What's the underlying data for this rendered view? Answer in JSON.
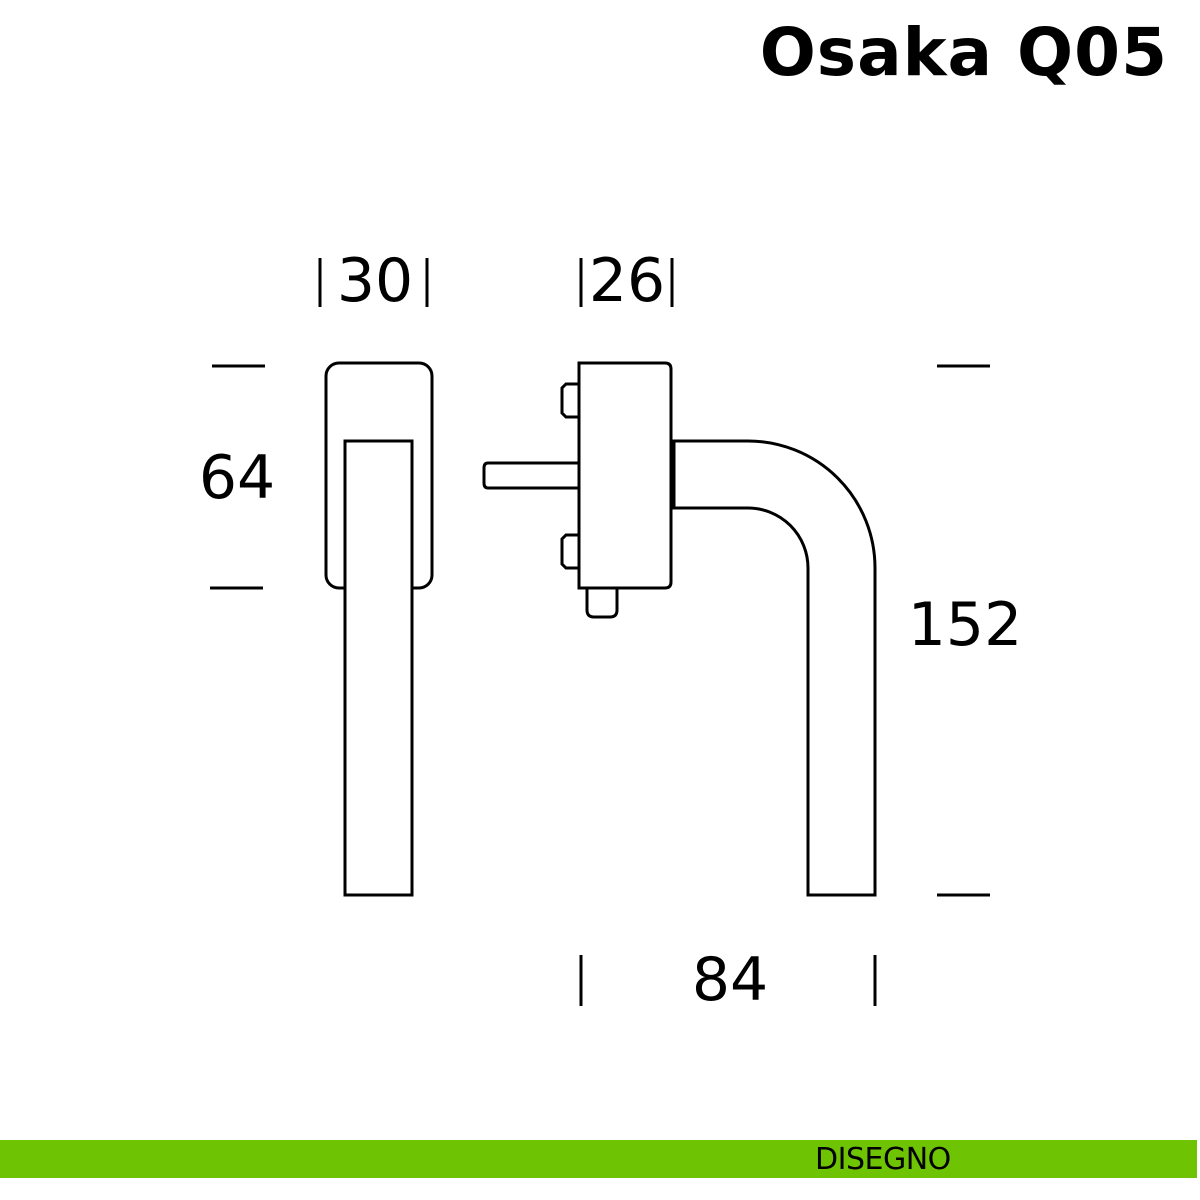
{
  "title": "Osaka Q05",
  "dimensions": {
    "front_width": "30",
    "side_width": "26",
    "rosette_height": "64",
    "total_height": "152",
    "projection": "84"
  },
  "footer": {
    "label": "DISEGNO",
    "color": "#6ec403"
  }
}
